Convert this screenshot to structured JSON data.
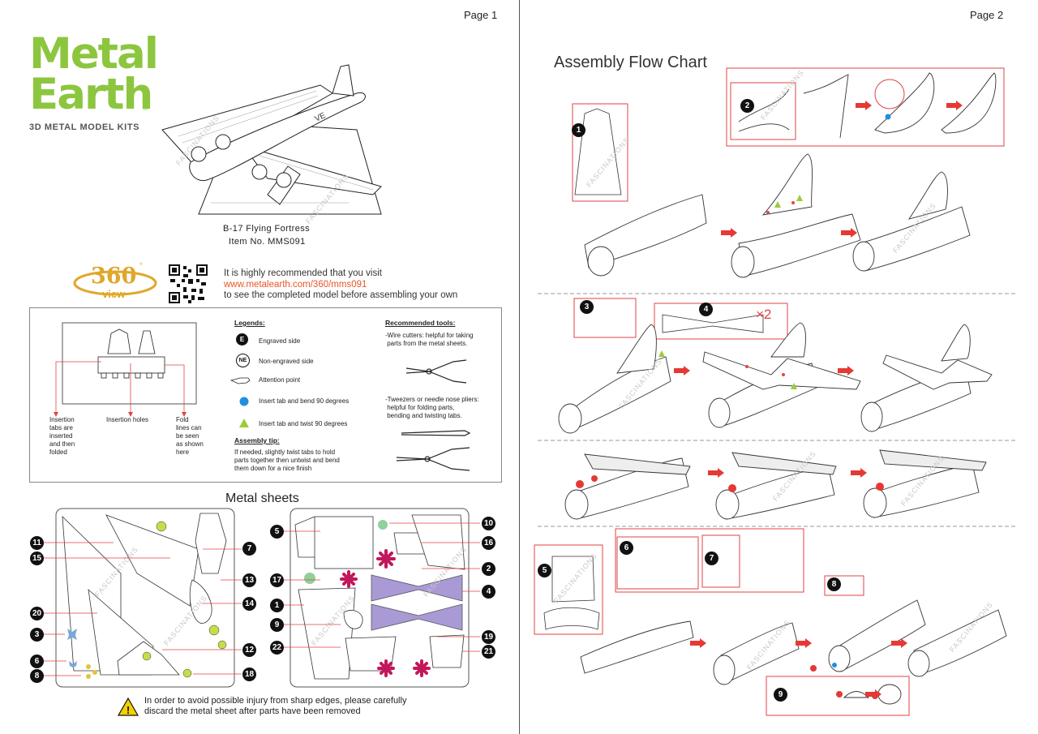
{
  "page1": {
    "page_label": "Page 1",
    "brand": {
      "line1": "Metal",
      "line2": "Earth",
      "reg": "®",
      "subtitle": "3D METAL MODEL KITS"
    },
    "model": {
      "name": "B-17 Flying Fortress",
      "item_no": "Item  No.  MMS091"
    },
    "badge": {
      "number": "360",
      "label": "view"
    },
    "visit": {
      "line1": "It is highly recommended that you visit",
      "url": "www.metalearth.com/360/mms091",
      "line3": "to see the completed model before assembling your own"
    },
    "tab_diagram": {
      "insertion_tabs": [
        "Insertion",
        "tabs are",
        "inserted",
        "and then",
        "folded"
      ],
      "insertion_holes": "Insertion holes",
      "fold_lines": [
        "Fold",
        "lines can",
        "be seen",
        "as shown",
        "here"
      ]
    },
    "legends": {
      "heading": "Legends:",
      "engraved_symbol": "E",
      "engraved": "Engraved side",
      "nonengraved_symbol": "NE",
      "nonengraved": "Non-engraved side",
      "attention": "Attention point",
      "blue_dot": "Insert tab and bend 90 degrees",
      "green_triangle": "Insert tab and twist 90 degrees",
      "blue_color": "#1f8fde",
      "green_color": "#9ccc3a"
    },
    "assembly_tip": {
      "heading": "Assembly tip:",
      "lines": [
        "If needed, slightly twist tabs to hold",
        "parts together then untwist and bend",
        "them down for a nice finish"
      ]
    },
    "tools": {
      "heading": "Recommended tools:",
      "wire_cutters": [
        "-Wire cutters: helpful for taking",
        " parts from the metal sheets."
      ],
      "tweezers": [
        "-Tweezers or needle nose pliers:",
        " helpful for folding parts,",
        " bending and twisting tabs."
      ]
    },
    "sheets_title": "Metal sheets",
    "left_sheet_parts": [
      "11",
      "15",
      "20",
      "3",
      "6",
      "8",
      "7",
      "13",
      "14",
      "12",
      "18"
    ],
    "right_sheet_parts": [
      "5",
      "17",
      "1",
      "9",
      "22",
      "10",
      "16",
      "2",
      "4",
      "19",
      "21"
    ],
    "warning": {
      "line1": "In order to avoid possible injury from sharp edges, please carefully",
      "line2": "discard the metal sheet after parts have been removed"
    },
    "watermark": "FASCINATIONS"
  },
  "page2": {
    "page_label": "Page 2",
    "title": "Assembly Flow Chart",
    "step_numbers": [
      "1",
      "2",
      "3",
      "4",
      "5",
      "6",
      "7",
      "8",
      "9"
    ],
    "multiplier": "×2",
    "accent_red": "#e24343",
    "wing_purple": "#a99ad6"
  }
}
